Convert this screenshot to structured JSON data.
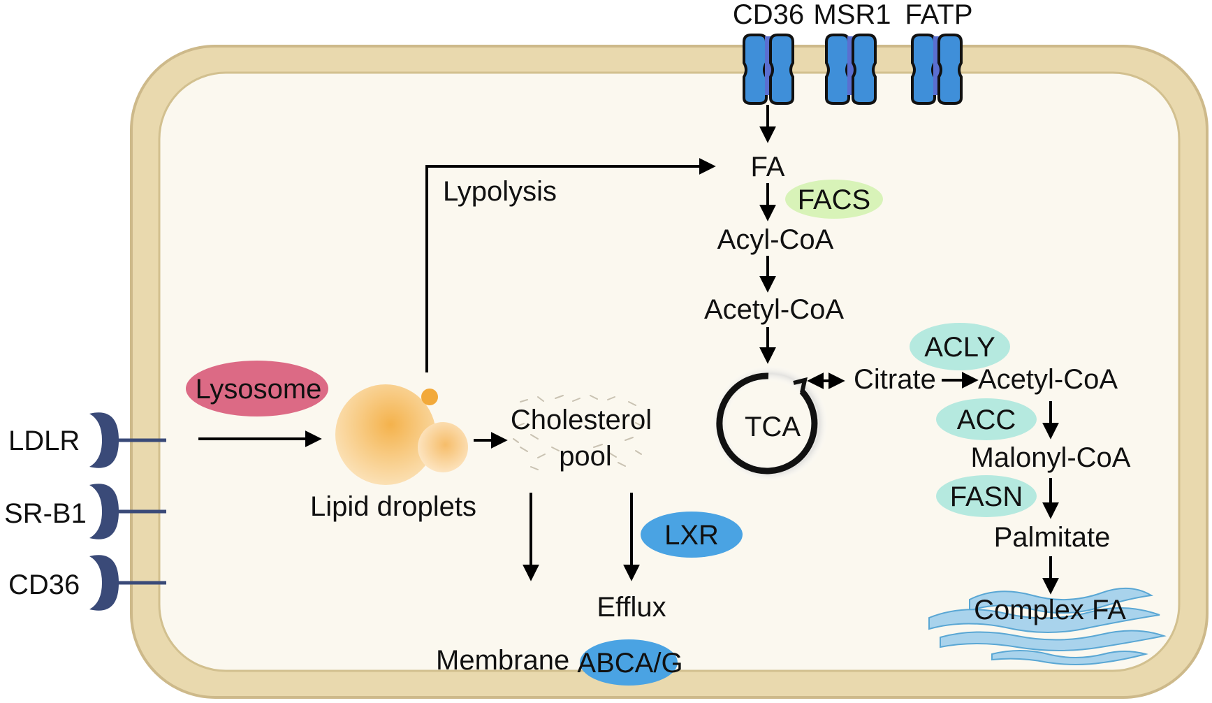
{
  "receptors_top": [
    "CD36",
    "MSR1",
    "FATP"
  ],
  "receptors_left": [
    "LDLR",
    "SR-B1",
    "CD36"
  ],
  "organelles": {
    "lysosome": "Lysosome",
    "lipid_droplets": "Lipid droplets",
    "cholesterol_pool_line1": "Cholesterol",
    "cholesterol_pool_line2": "pool"
  },
  "pathway": {
    "lypolysis": "Lypolysis",
    "fa": "FA",
    "facs": "FACS",
    "acyl_coa": "Acyl-CoA",
    "acetyl_coa": "Acetyl-CoA",
    "tca": "TCA",
    "citrate": "Citrate",
    "acly": "ACLY",
    "acetyl_coa_2": "Acetyl-CoA",
    "acc": "ACC",
    "malonyl_coa": "Malonyl-CoA",
    "fasn": "FASN",
    "palmitate": "Palmitate",
    "complex_fa": "Complex FA"
  },
  "efflux": {
    "lxr": "LXR",
    "efflux": "Efflux",
    "membrane": "Membrane",
    "abca_g": "ABCA/G"
  },
  "colors": {
    "cell_outer": "#e9d9ae",
    "cell_border": "#cdb98a",
    "cytoplasm": "#fbf8ef",
    "receptor_blue": "#3f8fd9",
    "receptor_core": "#5a6fd0",
    "left_receptor": "#3a4a78",
    "lysosome_pink": "#dc6a85",
    "facs_green": "#d8f3b8",
    "teal_enzyme": "#b5e9df",
    "lxr_blue": "#4aa3e3",
    "droplet_orange": "#f5b455"
  }
}
